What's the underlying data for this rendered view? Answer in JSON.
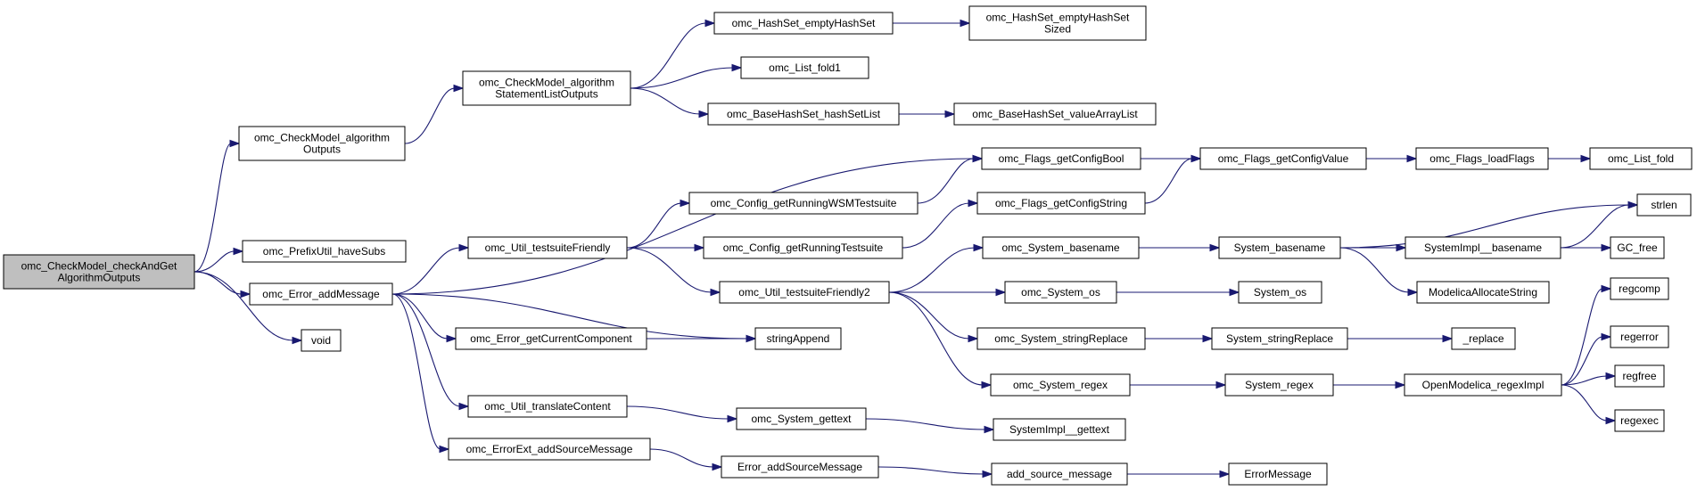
{
  "colors": {
    "edge": "#191970",
    "root_fill": "#bfbfbf",
    "node_fill": "#ffffff",
    "node_border": "#000000"
  },
  "nodes": [
    {
      "id": "root",
      "lines": [
        "omc_CheckModel_checkAndGet",
        "AlgorithmOutputs"
      ],
      "root": true
    },
    {
      "id": "alg_outputs",
      "lines": [
        "omc_CheckModel_algorithm",
        "Outputs"
      ]
    },
    {
      "id": "stmt_list",
      "lines": [
        "omc_CheckModel_algorithm",
        "StatementListOutputs"
      ]
    },
    {
      "id": "hs_empty",
      "lines": [
        "omc_HashSet_emptyHashSet"
      ]
    },
    {
      "id": "hs_empty_sized",
      "lines": [
        "omc_HashSet_emptyHashSet",
        "Sized"
      ]
    },
    {
      "id": "list_fold1",
      "lines": [
        "omc_List_fold1"
      ]
    },
    {
      "id": "bhs_list",
      "lines": [
        "omc_BaseHashSet_hashSetList"
      ]
    },
    {
      "id": "bhs_value",
      "lines": [
        "omc_BaseHashSet_valueArrayList"
      ]
    },
    {
      "id": "prefix",
      "lines": [
        "omc_PrefixUtil_haveSubs"
      ]
    },
    {
      "id": "err_add",
      "lines": [
        "omc_Error_addMessage"
      ]
    },
    {
      "id": "void",
      "lines": [
        "void"
      ]
    },
    {
      "id": "flags_bool",
      "lines": [
        "omc_Flags_getConfigBool"
      ]
    },
    {
      "id": "flags_value",
      "lines": [
        "omc_Flags_getConfigValue"
      ]
    },
    {
      "id": "flags_load",
      "lines": [
        "omc_Flags_loadFlags"
      ]
    },
    {
      "id": "list_fold",
      "lines": [
        "omc_List_fold"
      ]
    },
    {
      "id": "cfg_wsm",
      "lines": [
        "omc_Config_getRunningWSMTestsuite"
      ]
    },
    {
      "id": "flags_string",
      "lines": [
        "omc_Flags_getConfigString"
      ]
    },
    {
      "id": "strlen",
      "lines": [
        "strlen"
      ]
    },
    {
      "id": "util_tsf",
      "lines": [
        "omc_Util_testsuiteFriendly"
      ]
    },
    {
      "id": "cfg_ts",
      "lines": [
        "omc_Config_getRunningTestsuite"
      ]
    },
    {
      "id": "sys_basename",
      "lines": [
        "omc_System_basename"
      ]
    },
    {
      "id": "System_basename",
      "lines": [
        "System_basename"
      ]
    },
    {
      "id": "sysimpl_basename",
      "lines": [
        "SystemImpl__basename"
      ]
    },
    {
      "id": "gc_free",
      "lines": [
        "GC_free"
      ]
    },
    {
      "id": "util_tsf2",
      "lines": [
        "omc_Util_testsuiteFriendly2"
      ]
    },
    {
      "id": "sys_os",
      "lines": [
        "omc_System_os"
      ]
    },
    {
      "id": "System_os",
      "lines": [
        "System_os"
      ]
    },
    {
      "id": "modelica_alloc",
      "lines": [
        "ModelicaAllocateString"
      ]
    },
    {
      "id": "err_comp",
      "lines": [
        "omc_Error_getCurrentComponent"
      ]
    },
    {
      "id": "str_append",
      "lines": [
        "stringAppend"
      ]
    },
    {
      "id": "sys_strrep",
      "lines": [
        "omc_System_stringReplace"
      ]
    },
    {
      "id": "System_strrep",
      "lines": [
        "System_stringReplace"
      ]
    },
    {
      "id": "replace",
      "lines": [
        "_replace"
      ]
    },
    {
      "id": "regcomp",
      "lines": [
        "regcomp"
      ]
    },
    {
      "id": "sys_regex",
      "lines": [
        "omc_System_regex"
      ]
    },
    {
      "id": "System_regex",
      "lines": [
        "System_regex"
      ]
    },
    {
      "id": "om_regex",
      "lines": [
        "OpenModelica_regexImpl"
      ]
    },
    {
      "id": "regerror",
      "lines": [
        "regerror"
      ]
    },
    {
      "id": "util_translate",
      "lines": [
        "omc_Util_translateContent"
      ]
    },
    {
      "id": "sys_gettext",
      "lines": [
        "omc_System_gettext"
      ]
    },
    {
      "id": "regfree",
      "lines": [
        "regfree"
      ]
    },
    {
      "id": "sysimpl_gettext",
      "lines": [
        "SystemImpl__gettext"
      ]
    },
    {
      "id": "regexec",
      "lines": [
        "regexec"
      ]
    },
    {
      "id": "errext_add",
      "lines": [
        "omc_ErrorExt_addSourceMessage"
      ]
    },
    {
      "id": "err_add_src",
      "lines": [
        "Error_addSourceMessage"
      ]
    },
    {
      "id": "add_src_msg",
      "lines": [
        "add_source_message"
      ]
    },
    {
      "id": "err_msg",
      "lines": [
        "ErrorMessage"
      ]
    }
  ],
  "edges": [
    [
      "root",
      "alg_outputs"
    ],
    [
      "root",
      "prefix"
    ],
    [
      "root",
      "err_add"
    ],
    [
      "root",
      "void"
    ],
    [
      "alg_outputs",
      "stmt_list"
    ],
    [
      "stmt_list",
      "hs_empty"
    ],
    [
      "stmt_list",
      "list_fold1"
    ],
    [
      "stmt_list",
      "bhs_list"
    ],
    [
      "hs_empty",
      "hs_empty_sized"
    ],
    [
      "bhs_list",
      "bhs_value"
    ],
    [
      "err_add",
      "flags_bool"
    ],
    [
      "err_add",
      "util_tsf"
    ],
    [
      "err_add",
      "err_comp"
    ],
    [
      "err_add",
      "str_append"
    ],
    [
      "err_add",
      "util_translate"
    ],
    [
      "err_add",
      "errext_add"
    ],
    [
      "flags_bool",
      "flags_value"
    ],
    [
      "flags_value",
      "flags_load"
    ],
    [
      "flags_load",
      "list_fold"
    ],
    [
      "util_tsf",
      "cfg_wsm"
    ],
    [
      "util_tsf",
      "cfg_ts"
    ],
    [
      "util_tsf",
      "util_tsf2"
    ],
    [
      "cfg_wsm",
      "flags_bool"
    ],
    [
      "cfg_ts",
      "flags_string"
    ],
    [
      "flags_string",
      "flags_value"
    ],
    [
      "util_tsf2",
      "sys_basename"
    ],
    [
      "util_tsf2",
      "sys_os"
    ],
    [
      "util_tsf2",
      "sys_strrep"
    ],
    [
      "util_tsf2",
      "sys_regex"
    ],
    [
      "sys_basename",
      "System_basename"
    ],
    [
      "System_basename",
      "strlen"
    ],
    [
      "System_basename",
      "sysimpl_basename"
    ],
    [
      "System_basename",
      "modelica_alloc"
    ],
    [
      "sysimpl_basename",
      "strlen"
    ],
    [
      "sysimpl_basename",
      "gc_free"
    ],
    [
      "sys_os",
      "System_os"
    ],
    [
      "sys_strrep",
      "System_strrep"
    ],
    [
      "System_strrep",
      "replace"
    ],
    [
      "sys_regex",
      "System_regex"
    ],
    [
      "System_regex",
      "om_regex"
    ],
    [
      "om_regex",
      "regcomp"
    ],
    [
      "om_regex",
      "regerror"
    ],
    [
      "om_regex",
      "regfree"
    ],
    [
      "om_regex",
      "regexec"
    ],
    [
      "err_comp",
      "str_append"
    ],
    [
      "util_translate",
      "sys_gettext"
    ],
    [
      "sys_gettext",
      "sysimpl_gettext"
    ],
    [
      "errext_add",
      "err_add_src"
    ],
    [
      "err_add_src",
      "add_src_msg"
    ],
    [
      "add_src_msg",
      "err_msg"
    ]
  ]
}
